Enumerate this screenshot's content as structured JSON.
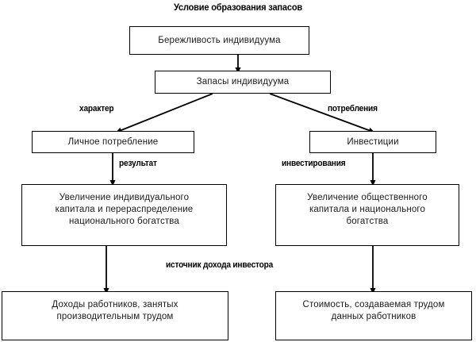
{
  "diagram": {
    "title": "Условие образования запасов",
    "language": "ru",
    "type": "flowchart",
    "nodes": [
      {
        "id": "thrift",
        "label": "Бережливость индивидуума"
      },
      {
        "id": "stock",
        "label": "Запасы индивидуума"
      },
      {
        "id": "personal",
        "label": "Личное потребление"
      },
      {
        "id": "investments",
        "label": "Инвестиции"
      },
      {
        "id": "individual-capital",
        "label": "Увеличение индивидуального\nкапитала и перераспределение\nнационального богатства"
      },
      {
        "id": "public-capital",
        "label": "Увеличение общественного\nкапитала и национального\nбогатства"
      },
      {
        "id": "worker-income",
        "label": "Доходы работников, занятых\nпроизводительным трудом"
      },
      {
        "id": "labour-value",
        "label": "Стоимость, создаваемая трудом\nданных работников"
      }
    ],
    "edge_labels": {
      "character": "характер",
      "consumption": "потребления",
      "result": "результат",
      "investing": "инвестирования",
      "income_source": "источник дохода инвестора"
    }
  }
}
